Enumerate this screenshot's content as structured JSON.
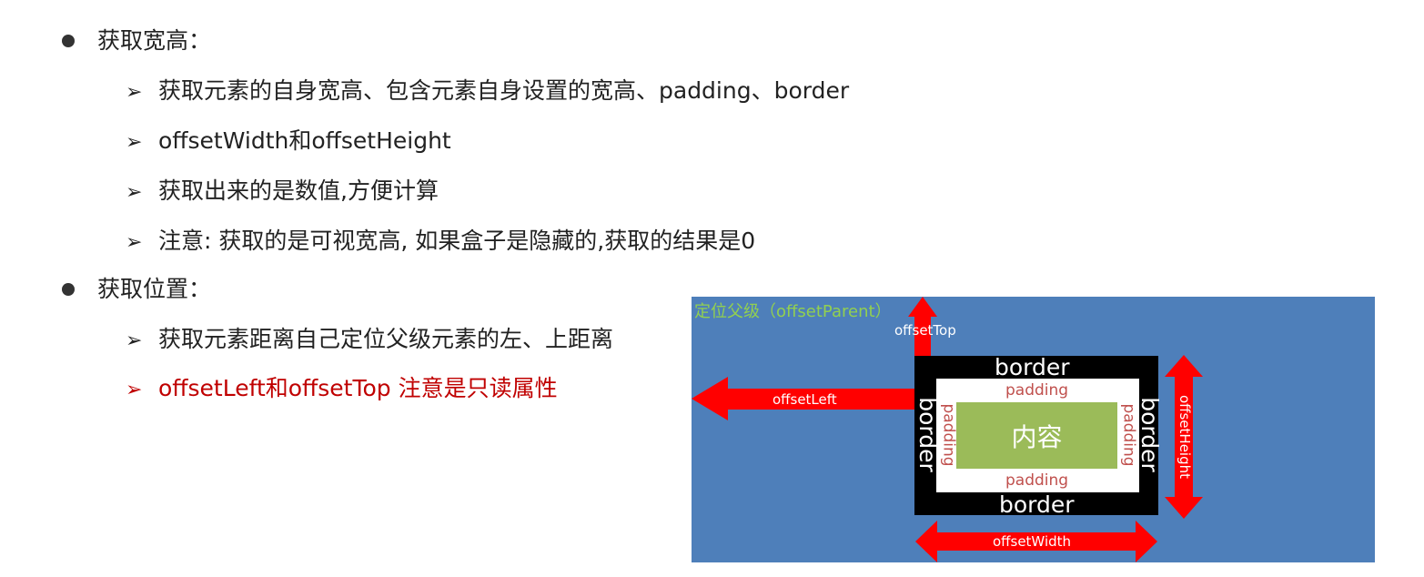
{
  "bullets": [
    {
      "title": "获取宽高：",
      "items": [
        "获取元素的自身宽高、包含元素自身设置的宽高、padding、border",
        "offsetWidth和offsetHeight",
        "获取出来的是数值,方便计算",
        "注意: 获取的是可视宽高, 如果盒子是隐藏的,获取的结果是0"
      ]
    },
    {
      "title": "获取位置：",
      "items": [
        "获取元素距离自己定位父级元素的左、上距离",
        "offsetLeft和offsetTop  注意是只读属性"
      ]
    }
  ],
  "arrow_glyph": "➢",
  "diagram": {
    "parent_label": "定位父级（offsetParent）",
    "offset_top": "offsetTop",
    "offset_left": "offsetLeft",
    "offset_height": "offsetHeight",
    "offset_width": "offsetWidth",
    "border": "border",
    "padding": "padding",
    "content": "内容",
    "colors": {
      "background": "#4e7fba",
      "arrow": "#ff0000",
      "border_box": "#000000",
      "padding_box": "#ffffff",
      "content_box": "#9bbb59",
      "parent_label": "#92d050",
      "padding_text": "#c0504d",
      "highlight_text": "#c00000"
    }
  }
}
